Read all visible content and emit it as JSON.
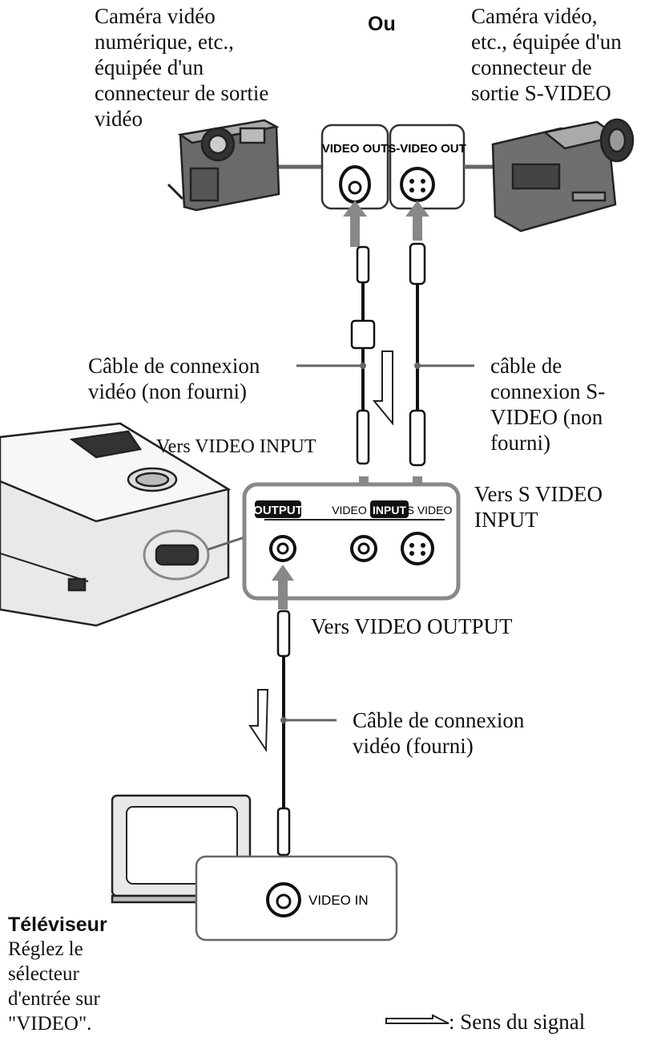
{
  "labels": {
    "digital_camera": "Caméra vidéo\nnumérique, etc.,\néquipée d'un\nconnecteur de sortie\nvidéo",
    "or": "Ou",
    "svideo_camera": "Caméra vidéo,\netc., équipée d'un\nconnecteur de\nsortie S-VIDEO",
    "video_cable_in": "Câble de connexion\nvidéo (non fourni)",
    "svideo_cable": "câble de\nconnexion S-\nVIDEO (non\nfourni)",
    "to_video_input": "Vers VIDEO INPUT",
    "to_svideo_input": "Vers S VIDEO\nINPUT",
    "to_video_output": "Vers VIDEO OUTPUT",
    "video_cable_supplied": "Câble de connexion\nvidéo (fourni)",
    "tv_title": "Téléviseur",
    "tv_instruction": "Réglez le\nsélecteur\nd'entrée sur\n\"VIDEO\".",
    "signal_legend": ": Sens du signal"
  },
  "jacks": {
    "video_out": "VIDEO OUT",
    "svideo_out": "S-VIDEO OUT",
    "output": "OUTPUT",
    "video": "VIDEO",
    "input": "INPUT",
    "s_video": "S VIDEO",
    "video_in": "VIDEO IN"
  }
}
